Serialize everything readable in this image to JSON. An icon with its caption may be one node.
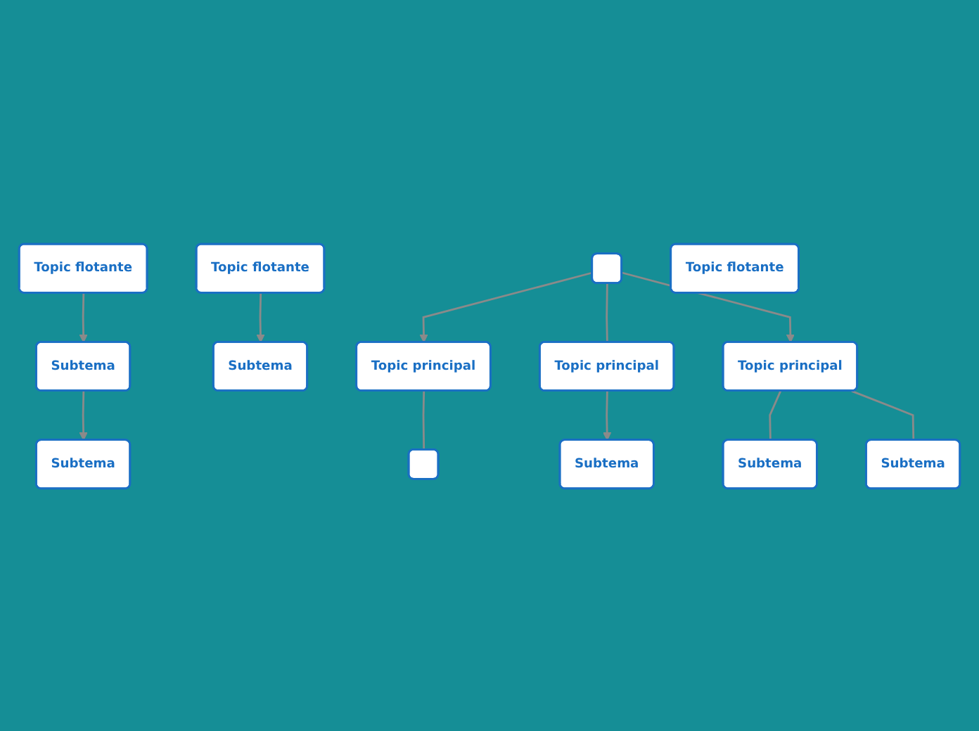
{
  "diagram": {
    "nodes": [
      {
        "text": [
          "Topic flotante"
        ]
      },
      {
        "text": [
          "Topic flotante"
        ]
      },
      {
        "text": [
          "Subtema"
        ]
      },
      {
        "text": [
          "Subtema"
        ]
      },
      {
        "text": [],
        "shape": "box"
      },
      {
        "text": [
          "Topic principal"
        ]
      },
      {
        "text": [
          "Subtema"
        ]
      },
      {
        "text": [],
        "shape": "box"
      },
      {
        "text": [
          "Topic principal"
        ]
      },
      {
        "text": [
          "Topic principal"
        ]
      },
      {
        "text": [
          "Subtema"
        ]
      },
      {
        "text": [
          "Topic flotante"
        ]
      },
      {
        "text": [
          "Subtema"
        ]
      },
      {
        "text": [
          "Subtema"
        ]
      }
    ],
    "edges": [
      {
        "from": 0,
        "to": 3,
        "arrow": "to"
      },
      {
        "from": 1,
        "to": 2,
        "arrow": "to"
      },
      {
        "from": 2,
        "to": 6,
        "arrow": "to"
      },
      {
        "from": 4,
        "to": 5,
        "arrow": "to"
      },
      {
        "from": 4,
        "to": 9,
        "arrow": "none"
      },
      {
        "from": 4,
        "to": 8,
        "arrow": "to"
      },
      {
        "from": 5,
        "to": 7,
        "arrow": "none"
      },
      {
        "from": 8,
        "to": 10,
        "arrow": "none"
      },
      {
        "from": 9,
        "to": 12,
        "arrow": "to"
      },
      {
        "from": 8,
        "to": 13,
        "arrow": "none"
      }
    ]
  }
}
